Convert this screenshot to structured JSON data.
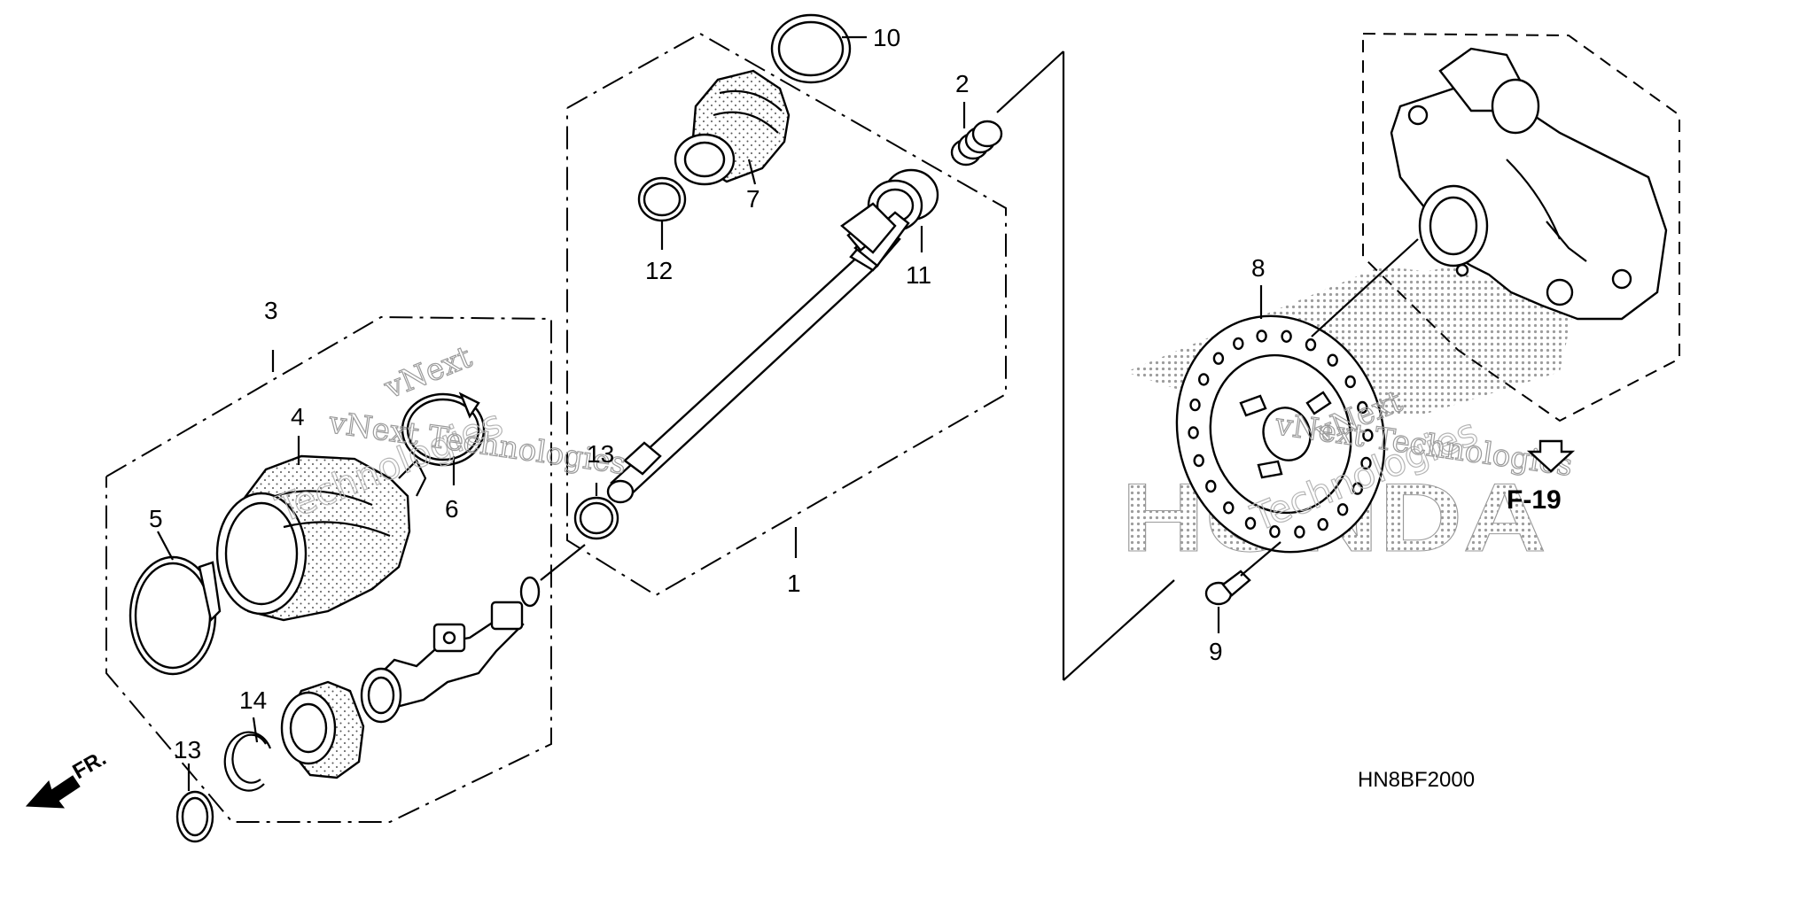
{
  "diagram": {
    "callouts": [
      "1",
      "2",
      "3",
      "4",
      "5",
      "6",
      "7",
      "8",
      "9",
      "10",
      "11",
      "12",
      "13",
      "13",
      "14"
    ],
    "reference": "F-19",
    "direction_label": "FR.",
    "diagram_code": "HN8BF2000",
    "watermark": [
      "vNext",
      "Technologies",
      "vNext Technologies",
      "vNext",
      "Technologies",
      "vNext Technologies"
    ],
    "brand_watermark": "HONDA",
    "icons": [
      "front-arrow-icon",
      "reference-arrow-icon"
    ]
  }
}
